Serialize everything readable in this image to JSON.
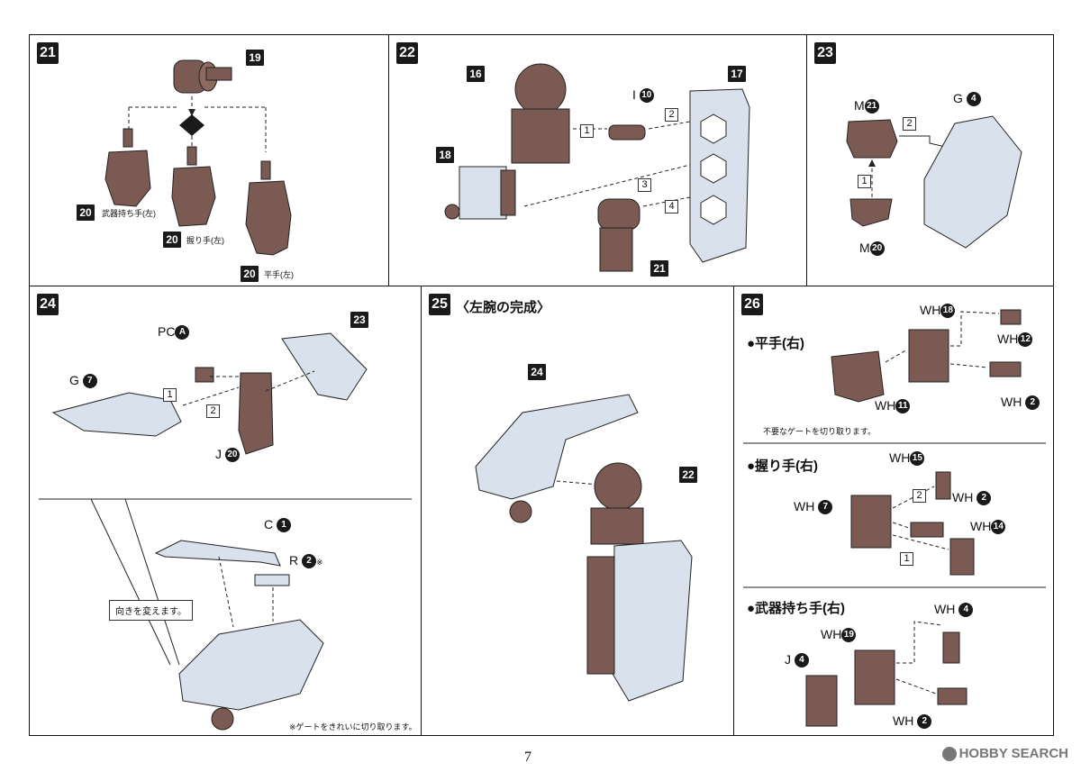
{
  "steps": [
    {
      "id": "21",
      "parts": {
        "top": "19",
        "a": "20",
        "b": "20",
        "c": "20"
      },
      "labels": {
        "a": "武器持ち手(左)",
        "b": "握り手(左)",
        "c": "平手(左)"
      }
    },
    {
      "id": "22",
      "parts": {
        "p16": "16",
        "p17": "17",
        "p18": "18",
        "p21": "21",
        "i": "I",
        "i_num": "10"
      },
      "order": [
        "1",
        "2",
        "3",
        "4"
      ]
    },
    {
      "id": "23",
      "parts": {
        "m": "M",
        "m1": "21",
        "m2": "20",
        "g": "G",
        "g_num": "4"
      },
      "order": [
        "1",
        "2"
      ]
    },
    {
      "id": "24",
      "parts": {
        "pc": "PC",
        "pc_num": "A",
        "g": "G",
        "g_num": "7",
        "j": "J",
        "j_num": "20",
        "s23": "23",
        "c": "C",
        "c_num": "1",
        "r": "R",
        "r_num": "2",
        "mark": "※"
      },
      "order": [
        "1",
        "2"
      ],
      "callout": "向きを変えます。",
      "note": "※ゲートをきれいに切り取ります。"
    },
    {
      "id": "25",
      "title": "〈左腕の完成〉",
      "parts": {
        "s24": "24",
        "s22": "22"
      }
    },
    {
      "id": "26",
      "sections": [
        {
          "title": "●平手(右)",
          "parts": [
            "WH",
            "18",
            "12",
            "11",
            "2"
          ],
          "note": "不要なゲートを切り取ります。"
        },
        {
          "title": "●握り手(右)",
          "parts": [
            "WH",
            "15",
            "7",
            "2",
            "14"
          ],
          "order": [
            "1",
            "2"
          ]
        },
        {
          "title": "●武器持ち手(右)",
          "parts": [
            "WH",
            "4",
            "19",
            "2",
            "J",
            "4"
          ]
        }
      ]
    }
  ],
  "page_number": "7",
  "watermark": "HOBBY SEARCH",
  "colors": {
    "part_brown": "#7a5a52",
    "part_blue": "#d9e2ec",
    "ink": "#111111"
  }
}
